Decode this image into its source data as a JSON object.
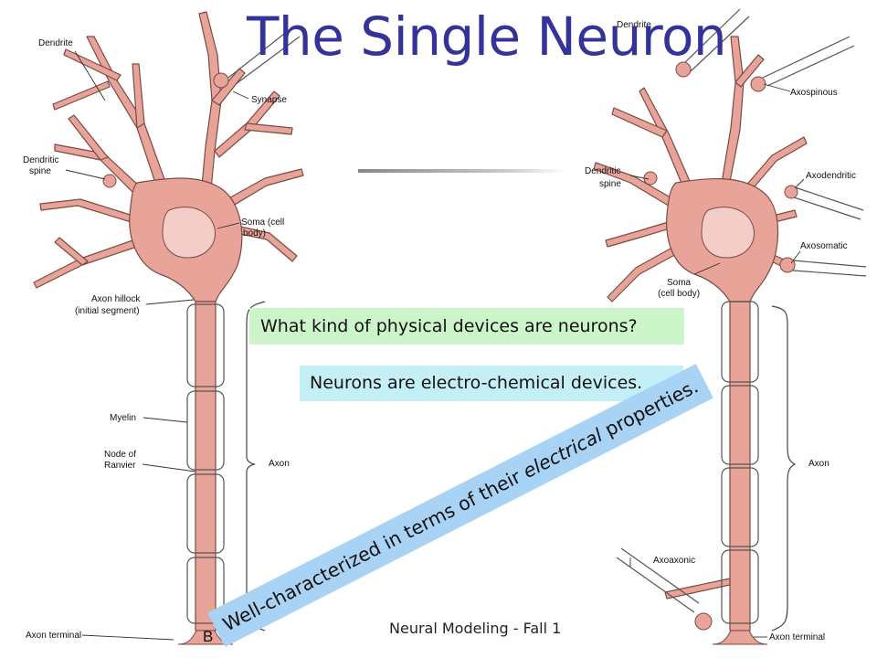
{
  "slide": {
    "title": "The Single Neuron",
    "question": "What kind of physical devices are neurons?",
    "answer": "Neurons are electro-chemical devices.",
    "property_pre": "Well-characterized in terms of their ",
    "property_em": "electrical",
    "property_post": " properties.",
    "footer": "Neural Modeling - Fall 1"
  },
  "left_figure": {
    "labels": {
      "dendrite": "Dendrite",
      "synapse": "Synapse",
      "dendritic_spine_1": "Dendritic",
      "dendritic_spine_2": "spine",
      "soma_1": "Soma (cell",
      "soma_2": "body)",
      "hillock_1": "Axon hillock",
      "hillock_2": "(initial segment)",
      "myelin": "Myelin",
      "node_1": "Node of",
      "node_2": "Ranvier",
      "axon": "Axon",
      "axon_terminal": "Axon terminal",
      "panel": "B"
    }
  },
  "right_figure": {
    "labels": {
      "dendrite": "Dendrite",
      "axospinous": "Axospinous",
      "dendritic_spine_1": "Dendritic",
      "dendritic_spine_2": "spine",
      "axodendritic": "Axodendritic",
      "axosomatic": "Axosomatic",
      "soma_1": "Soma",
      "soma_2": "(cell body)",
      "axon": "Axon",
      "axoaxonic": "Axoaxonic",
      "axon_terminal": "Axon terminal"
    }
  },
  "colors": {
    "title": "#33339a",
    "neuron_fill": "#e9a49a",
    "nucleus_fill": "#f5cdc8",
    "outline": "#555555",
    "question_bg": "#ccf5c9",
    "answer_bg": "#c5eff7",
    "property_bg": "#a9d3f4"
  }
}
